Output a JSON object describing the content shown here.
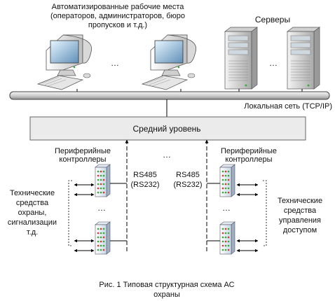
{
  "workstations": {
    "label_line1": "Автоматизированные рабочие места",
    "label_line2": "(операторов, администраторов, бюро",
    "label_line3": "пропусков и т.д.)",
    "ellipsis": "…",
    "icon": "workstation-icon"
  },
  "servers": {
    "label": "Серверы",
    "ellipsis": "…",
    "icon": "server-icon"
  },
  "network": {
    "label": "Локальная сеть (TCP/IP)"
  },
  "middle_level": {
    "label": "Средний уровень"
  },
  "controllers_left": {
    "label_line1": "Периферийные",
    "label_line2": "контроллеры",
    "ellipsis": "…",
    "icon": "controller-icon"
  },
  "controllers_right": {
    "label_line1": "Периферийные",
    "label_line2": "контроллеры",
    "ellipsis": "…",
    "icon": "controller-icon"
  },
  "bus_left": {
    "label_line1": "RS485",
    "label_line2": "(RS232)"
  },
  "bus_right": {
    "label_line1": "RS485",
    "label_line2": "(RS232)"
  },
  "middle_ellipsis": "…",
  "tech_left": {
    "line1": "Технические",
    "line2": "средства",
    "line3": "охраны,",
    "line4": "сигнализации",
    "line5": "т.д."
  },
  "tech_right": {
    "line1": "Технические",
    "line2": "средства",
    "line3": "управления",
    "line4": "доступом"
  },
  "caption": {
    "line1": "Рис. 1 Типовая структурная схема АС",
    "line2": "охраны"
  }
}
